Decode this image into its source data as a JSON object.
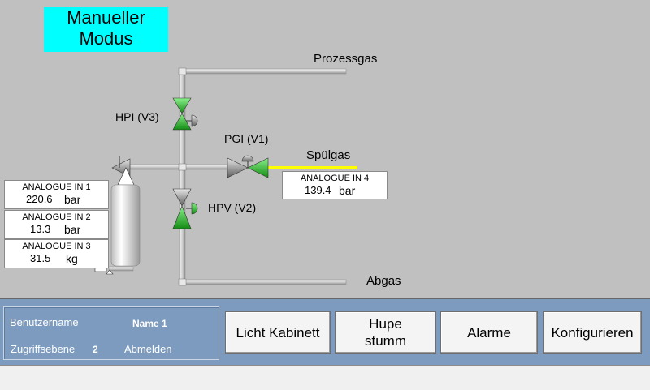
{
  "mode": {
    "line1": "Manueller",
    "line2": "Modus"
  },
  "lines": {
    "prozessgas": "Prozessgas",
    "spuelgas": "Spülgas",
    "abgas": "Abgas"
  },
  "valves": {
    "hpi": "HPI (V3)",
    "pgi": "PGI (V1)",
    "hpv": "HPV (V2)"
  },
  "readouts": [
    {
      "title": "ANALOGUE  IN 1",
      "value": "220.6",
      "unit": "bar"
    },
    {
      "title": "ANALOGUE IN 2",
      "value": "13.3",
      "unit": "bar"
    },
    {
      "title": "ANALOGUE IN 3",
      "value": "31.5",
      "unit": "kg"
    },
    {
      "title": "ANALOGUE IN 4",
      "value": "139.4",
      "unit": "bar"
    }
  ],
  "user": {
    "username_label": "Benutzername",
    "username_value": "Name 1",
    "access_label": "Zugriffsebene",
    "access_value": "2",
    "logout_label": "Abmelden"
  },
  "buttons": {
    "licht": "Licht Kabinett",
    "hupe_line1": "Hupe",
    "hupe_line2": "stumm",
    "alarme": "Alarme",
    "konfig": "Konfigurieren"
  },
  "colors": {
    "mode_bg": "#00ffff",
    "panel_bg": "#7c9bbe",
    "valve_open": "#22cc22",
    "spuelgas_line": "#ffff00"
  }
}
